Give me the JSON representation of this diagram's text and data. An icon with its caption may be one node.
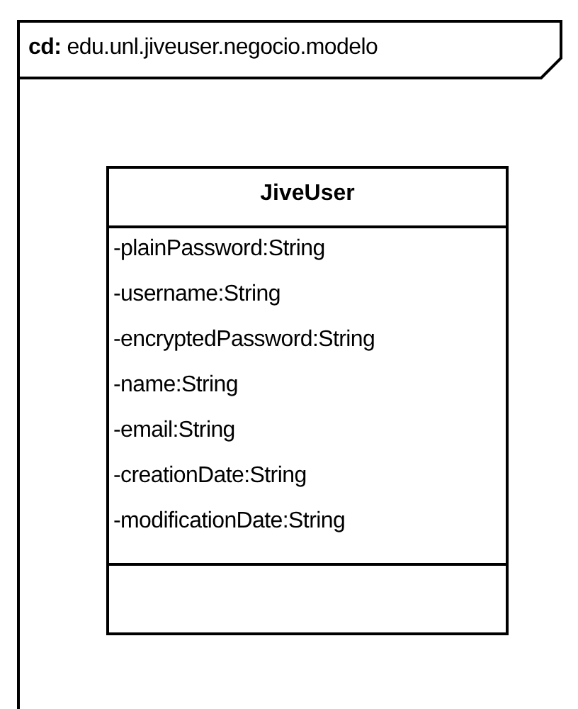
{
  "diagram": {
    "nodes": [
      {
        "text": [
          "**cd:** edu.unl.jiveuser.negocio.modelo"
        ]
      },
      {
        "text": [
          "JiveUser",
          "-plainPassword:String",
          "-username:String",
          "-encryptedPassword:String",
          "-name:String",
          "-email:String",
          "-creationDate:String",
          "-modificationDate:String"
        ],
        "in": 0
      }
    ]
  }
}
